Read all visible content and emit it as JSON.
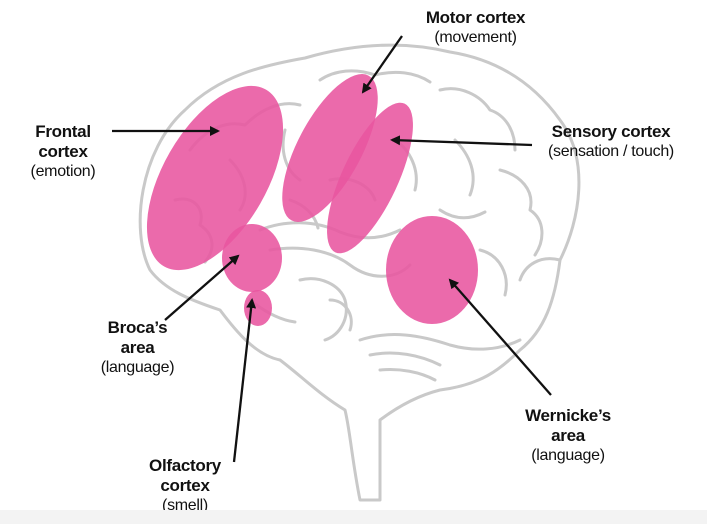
{
  "colors": {
    "region_fill": "#e8559f",
    "outline": "#c9c9c9",
    "arrow": "#111111",
    "text": "#111111"
  },
  "labels": {
    "motor": {
      "title": "Motor cortex",
      "sub": "(movement)"
    },
    "sensory": {
      "title": "Sensory cortex",
      "sub": "(sensation / touch)"
    },
    "frontal": {
      "title1": "Frontal",
      "title2": "cortex",
      "sub": "(emotion)"
    },
    "broca": {
      "title1": "Broca’s",
      "title2": "area",
      "sub": "(language)"
    },
    "olfactory": {
      "title1": "Olfactory",
      "title2": "cortex",
      "sub": "(smell)"
    },
    "wernicke": {
      "title1": "Wernicke’s",
      "title2": "area",
      "sub": "(language)"
    }
  }
}
